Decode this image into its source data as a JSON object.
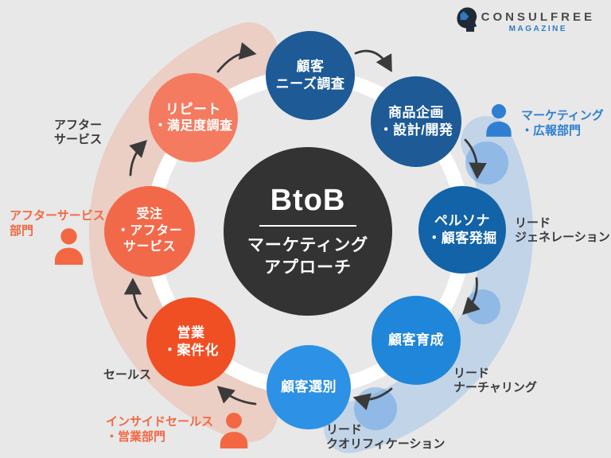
{
  "palette": {
    "background": "#e8e8e8",
    "center_circle": "#333333",
    "ring": "#ffffff",
    "pink_band": "rgba(242,153,122,0.32)",
    "blue_band": "rgba(96,160,235,0.28)",
    "blue_bump": "rgba(64,142,226,0.38)",
    "arrow": "#3a3a3a",
    "label_text": "#3b3b3b",
    "logo_text": "#4a4a4a",
    "logo_magazine_text": "#2e7bc4",
    "logo_head": "#1f2a36"
  },
  "logo": {
    "name": "CONSULFREE",
    "magazine": "MAGAZINE"
  },
  "center": {
    "title": "BtoB",
    "subtitle": [
      "マーケティング",
      "アプローチ"
    ]
  },
  "stages": [
    {
      "id": "customer-needs-research",
      "color": "#1d5a96",
      "lines": [
        "顧客",
        "ニーズ調査"
      ]
    },
    {
      "id": "product-planning",
      "color": "#1d5a96",
      "lines": [
        "商品企画",
        "・設計/開発"
      ]
    },
    {
      "id": "persona-discovery",
      "color": "#1263a8",
      "lines": [
        "ペルソナ",
        "・顧客発掘"
      ]
    },
    {
      "id": "customer-nurturing",
      "color": "#1f86d9",
      "lines": [
        "顧客育成"
      ]
    },
    {
      "id": "customer-selection",
      "color": "#2d91e5",
      "lines": [
        "顧客選別"
      ]
    },
    {
      "id": "sales-conversion",
      "color": "#f04e23",
      "lines": [
        "営業",
        "・案件化"
      ]
    },
    {
      "id": "order-after-service",
      "color": "#f2694a",
      "lines": [
        "受注",
        "・アフター",
        "サービス"
      ]
    },
    {
      "id": "repeat-satisfaction",
      "color": "#f47b60",
      "lines": [
        "リピート",
        "・満足度調査"
      ]
    }
  ],
  "labels": {
    "after_service": [
      "アフター",
      "サービス"
    ],
    "lead_generation": [
      "リード",
      "ジェネレーション"
    ],
    "lead_nurturing": [
      "リード",
      "ナーチャリング"
    ],
    "lead_qualification": [
      "リード",
      "クオリフィケーション"
    ],
    "sales": [
      "セールス"
    ]
  },
  "departments": {
    "marketing": {
      "lines": [
        "マーケティング",
        "・広報部門"
      ],
      "color": "#2e7fd2"
    },
    "inside_sales": {
      "lines": [
        "インサイドセールス",
        "・営業部門"
      ],
      "color": "#f36842"
    },
    "after_service": {
      "lines": [
        "アフターサービス",
        "部門"
      ],
      "color": "#f36842"
    }
  }
}
